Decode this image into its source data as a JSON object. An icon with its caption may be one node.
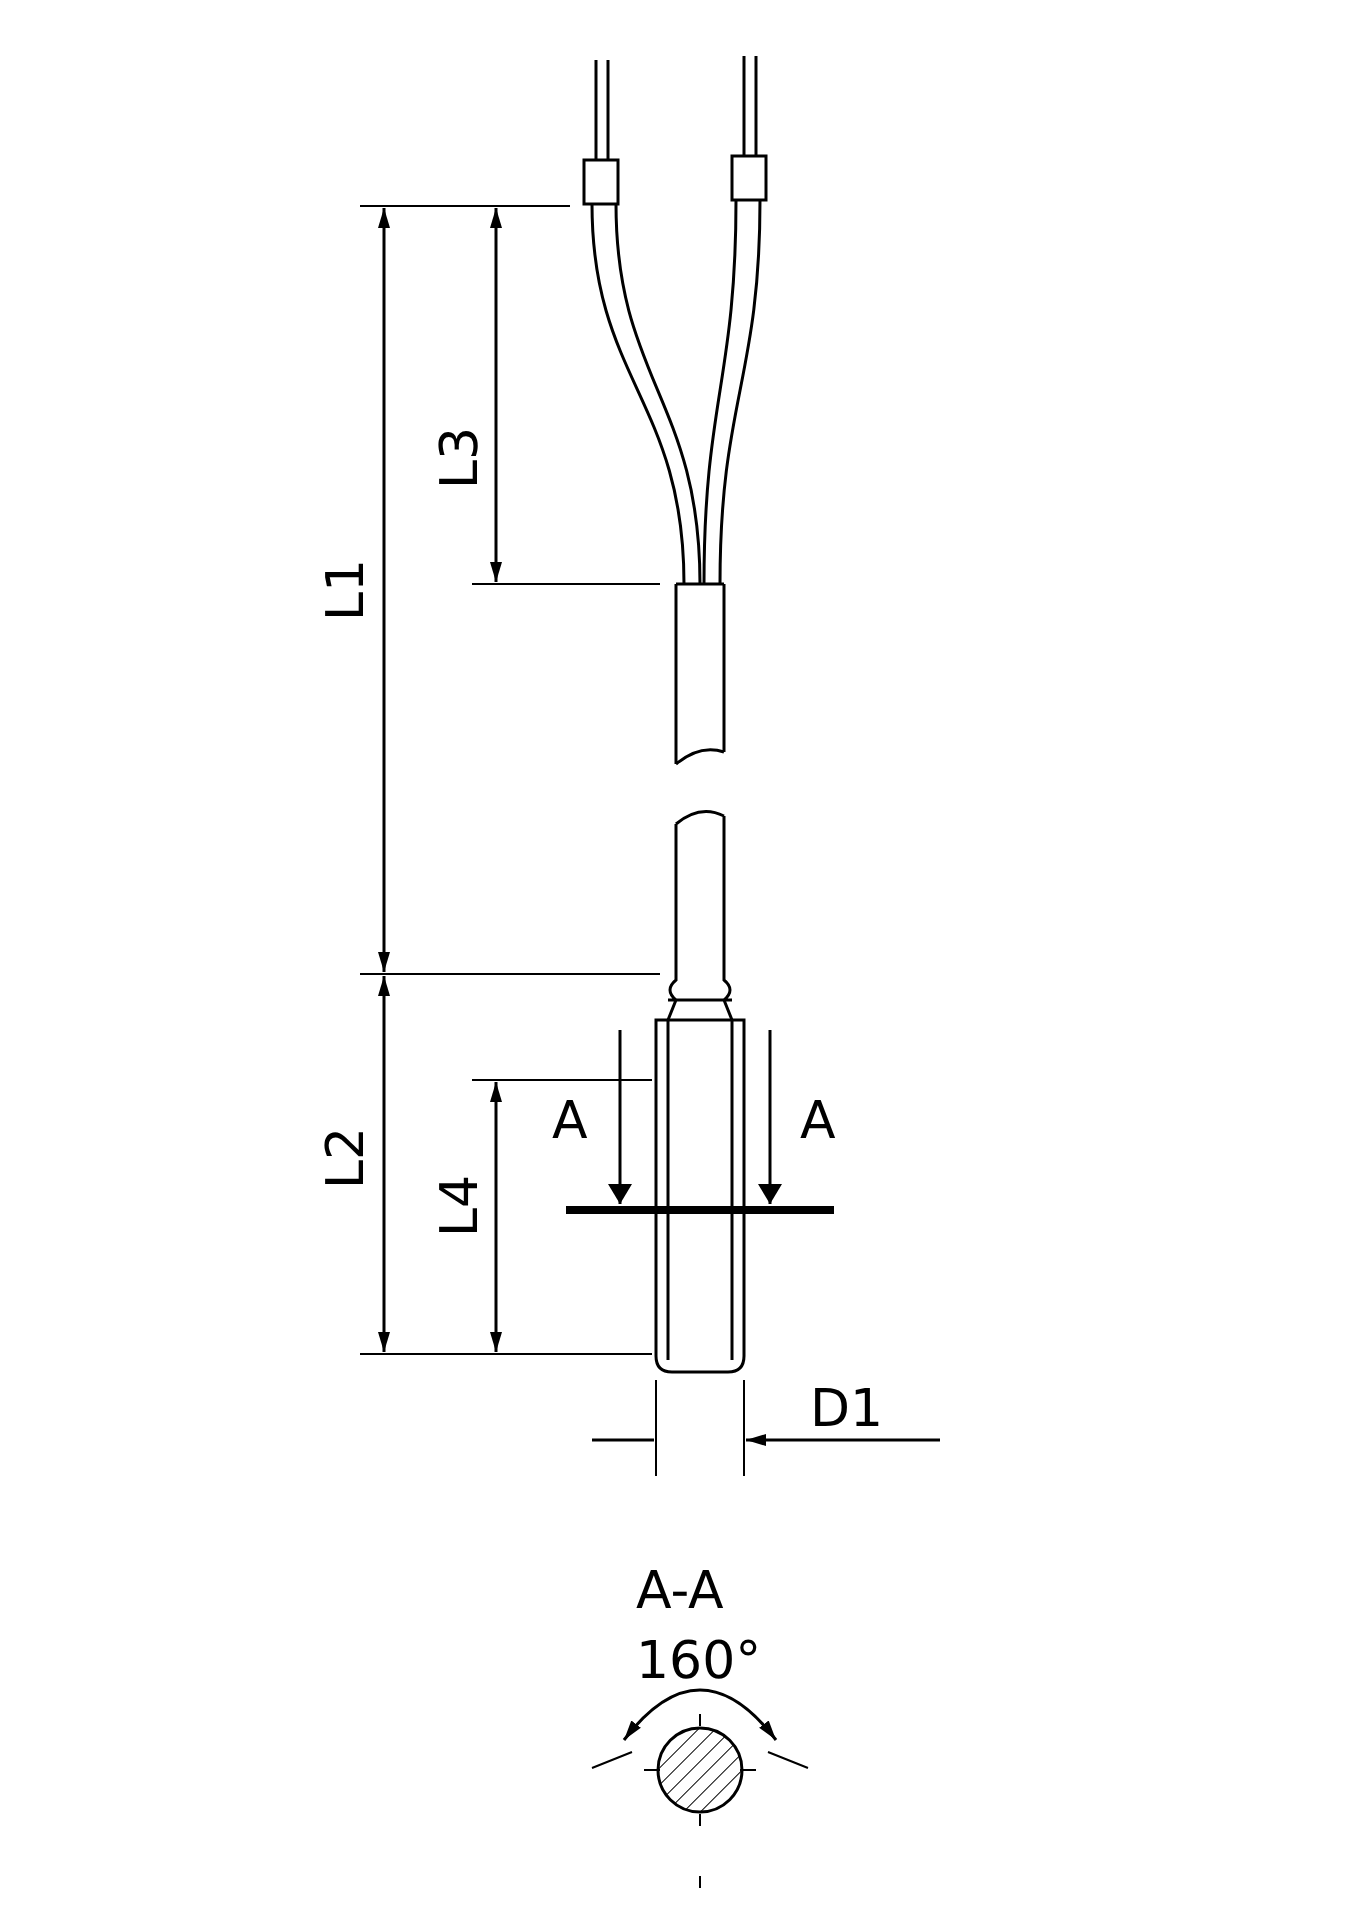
{
  "diagram": {
    "labels": [
      "L3",
      "L1",
      "A",
      "A",
      "L2",
      "L4",
      "D1",
      "A-A",
      "160°"
    ]
  }
}
